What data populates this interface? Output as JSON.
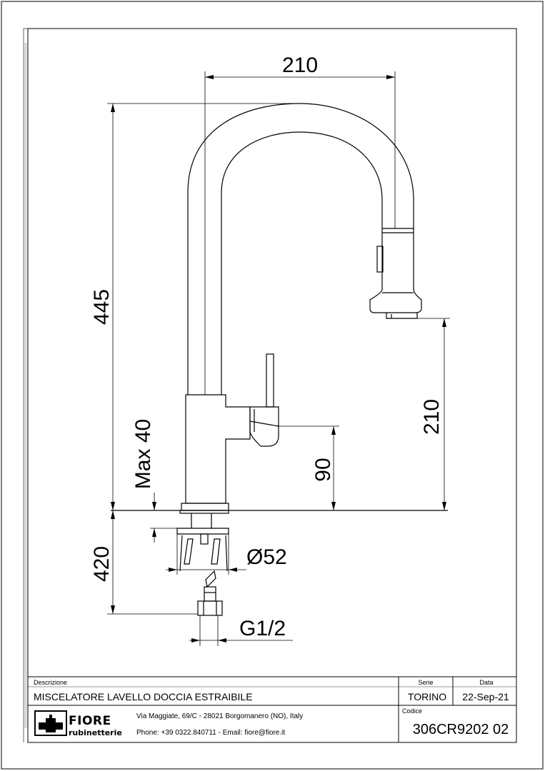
{
  "dimensions": {
    "top_width": "210",
    "total_height": "445",
    "spout_height": "210",
    "lever_height": "90",
    "max_thickness": "Max 40",
    "hose_length": "420",
    "hole_diameter": "Ø52",
    "thread": "G1/2"
  },
  "title_block": {
    "description_label": "Descrizione",
    "description": "MISCELATORE LAVELLO DOCCIA ESTRAIBILE",
    "series_label": "Serie",
    "series": "TORINO",
    "date_label": "Data",
    "date": "22-Sep-21",
    "code_label": "Codice",
    "code": "306CR9202 02",
    "address": "Via Maggiate, 69/C - 28021 Borgomanero (NO), Italy",
    "contact": "Phone: +39 0322.840711 - Email: fiore@fiore.it",
    "logo_line1": "FIORE",
    "logo_line2": "rubinetterie"
  },
  "colors": {
    "line": "#000000",
    "background": "#ffffff"
  }
}
